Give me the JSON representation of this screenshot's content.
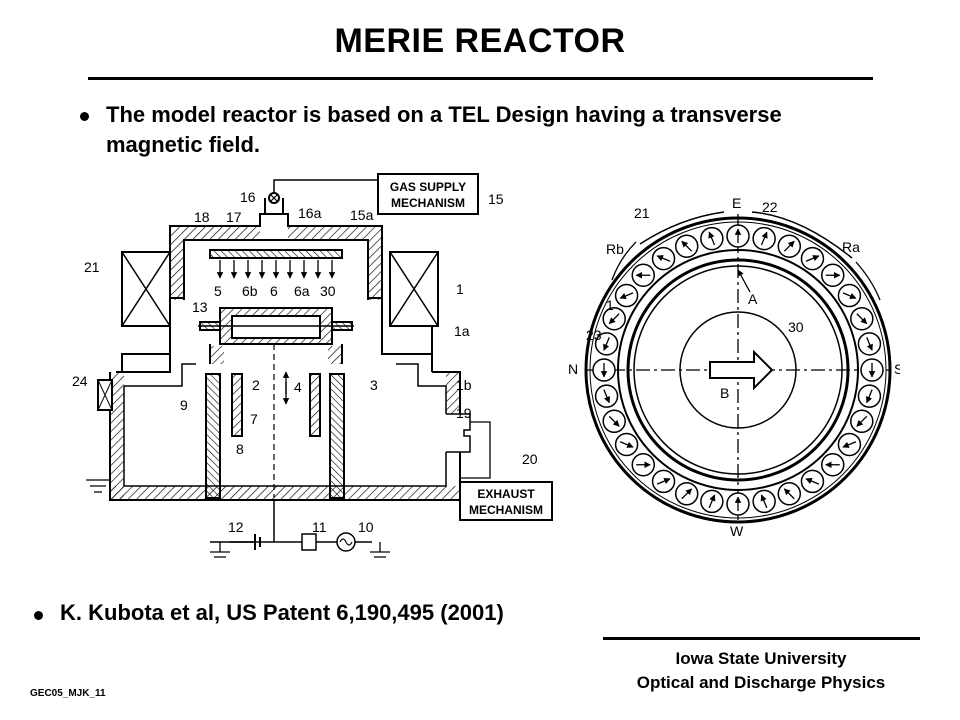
{
  "slide": {
    "title": "MERIE REACTOR",
    "bullet1": "The model reactor is based on a TEL Design having a transverse magnetic field.",
    "bullet2": "K. Kubota et al, US Patent 6,190,495 (2001)",
    "footer_line1": "Iowa State University",
    "footer_line2": "Optical and Discharge Physics",
    "code": "GEC05_MJK_11"
  },
  "figure_left": {
    "gas_box": [
      "GAS SUPPLY",
      "MECHANISM"
    ],
    "exhaust_box": [
      "EXHAUST",
      "MECHANISM"
    ],
    "labels": {
      "l16": "16",
      "l15": "15",
      "l15a": "15a",
      "l16a": "16a",
      "l18": "18",
      "l17": "17",
      "l21": "21",
      "l1": "1",
      "l1a": "1a",
      "l1b": "1b",
      "l5": "5",
      "l6b": "6b",
      "l6": "6",
      "l6a": "6a",
      "l30": "30",
      "l13": "13",
      "l2": "2",
      "l4": "4",
      "l3": "3",
      "l24": "24",
      "l9": "9",
      "l7": "7",
      "l8": "8",
      "l19": "19",
      "l20": "20",
      "l12": "12",
      "l11": "11",
      "l10": "10"
    }
  },
  "figure_right": {
    "labels": {
      "E": "E",
      "W": "W",
      "N": "N",
      "S": "S",
      "A": "A",
      "B": "B",
      "l21": "21",
      "l22": "22",
      "Rb": "Rb",
      "Ra": "Ra",
      "l1": "1",
      "l23": "23",
      "l30": "30"
    },
    "magnet_count": 32
  }
}
